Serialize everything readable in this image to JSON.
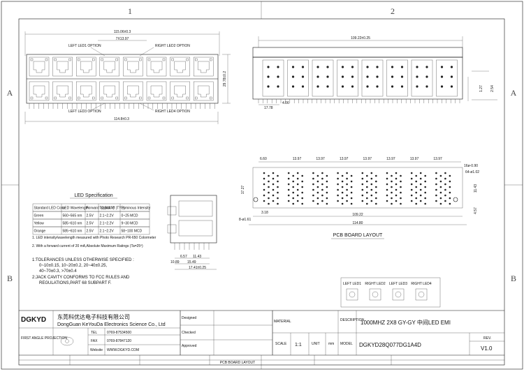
{
  "grid": {
    "cols": [
      "1",
      "2"
    ],
    "rows": [
      "A",
      "B"
    ]
  },
  "front": {
    "overall_width": "115.06±0.3",
    "pitch": "7X13.97",
    "base_width": "114.8±0.3",
    "height": "29.78±0.2",
    "led1": "LEFT LED1 OPTION",
    "led2": "RIGHT LED2 OPTION",
    "led3": "LEFT LED3 OPTION",
    "led4": "RIGHT LED4 OPTION"
  },
  "side": {
    "width": "109.22±0.25",
    "dim_406": "4.06",
    "dim_127": "1.27",
    "dim_254": "2.54",
    "dim_1778": "17.78"
  },
  "pcb": {
    "dim_660": "6.60",
    "pitch": "13.97",
    "holes_a": "16ø-0.90",
    "holes_b": "64-ø1.02",
    "dim_1727": "17.27",
    "dim_1143": "11.43",
    "dim_457": "4.57",
    "dim_10922": "109.22",
    "dim_11480": "114.80",
    "dim_318": "3.18",
    "holes_c": "8-ø1.61",
    "caption": "PCB BOARD LAYOUT"
  },
  "led_spec": {
    "title": "LED Specification",
    "headers": [
      "Standard LED Color",
      "LED Wavelength",
      "Forward Vf (MAX)",
      "Typical Vf (TYP)",
      "Luminous Intensity"
    ],
    "rows": [
      [
        "Green",
        "560~565 nm",
        "2.5V",
        "2.1~2.2V",
        "0~25 MCD"
      ],
      [
        "Yellow",
        "585~610 nm",
        "2.5V",
        "2.1~2.2V",
        "9~30 MCD"
      ],
      [
        "Orange",
        "585~610 nm",
        "2.5V",
        "2.1~2.2V",
        "58~100 MCD"
      ]
    ],
    "note1": "1. LED intensity/wavelength measured with Photo Research PR-650 Colormeter",
    "note2": "2. With a forward current of 20 mA,Absolute Maximum Ratings (Ta=25º)"
  },
  "tolerance": {
    "line1": "1:TOLERANCES UNLESS OTHERWISE SPECIFIED :",
    "line2": "0~10±0.15, 10~20±0.2, 20~40±0.25,",
    "line3": "40~70±0.3, >70±0.4",
    "line4": "2:JACK CAVITY CONFORMS TO FCC RULES AND",
    "line5": "REGULATIONS,PART 68 SUBPART F."
  },
  "section": {
    "d1": "10.89",
    "d2": "6.57",
    "d3": "11.43",
    "d4": "15.49",
    "d5": "17.41±0.25"
  },
  "led_legend": [
    "LEFT LED1",
    "RIGHT LED2",
    "LEFT LED3",
    "RIGHT LED4"
  ],
  "title_block": {
    "logo": "DGKYD",
    "company_cn": "东莞科优达电子科技有限公司",
    "company_en": "DongGuan KeYouDa Electronics Science Co., Ltd",
    "tel_label": "TEL",
    "fax_label": "FAX",
    "web_label": "Website",
    "tel": "0769-87534500",
    "fax": "0769-87847120",
    "web": "WWW.DGKYD.COM",
    "first_angle": "FIRST ANGLE PROJECTION",
    "designed": "Designed",
    "checked": "Checked",
    "approved": "Approved",
    "material": "MATERIAL",
    "scale": "SCALE",
    "scale_val": "1:1",
    "unit": "UNIT",
    "unit_val": "mm",
    "model": "MODEL",
    "description_label": "DESCRIPTION",
    "description": "1000MHZ 2X8 GY-GY 中间LED EMI",
    "part_no": "DGKYD28Q077DG1A4D",
    "rev_label": "REV.",
    "rev": "V1.0",
    "footer": "PCB BOARD LAYOUT"
  }
}
